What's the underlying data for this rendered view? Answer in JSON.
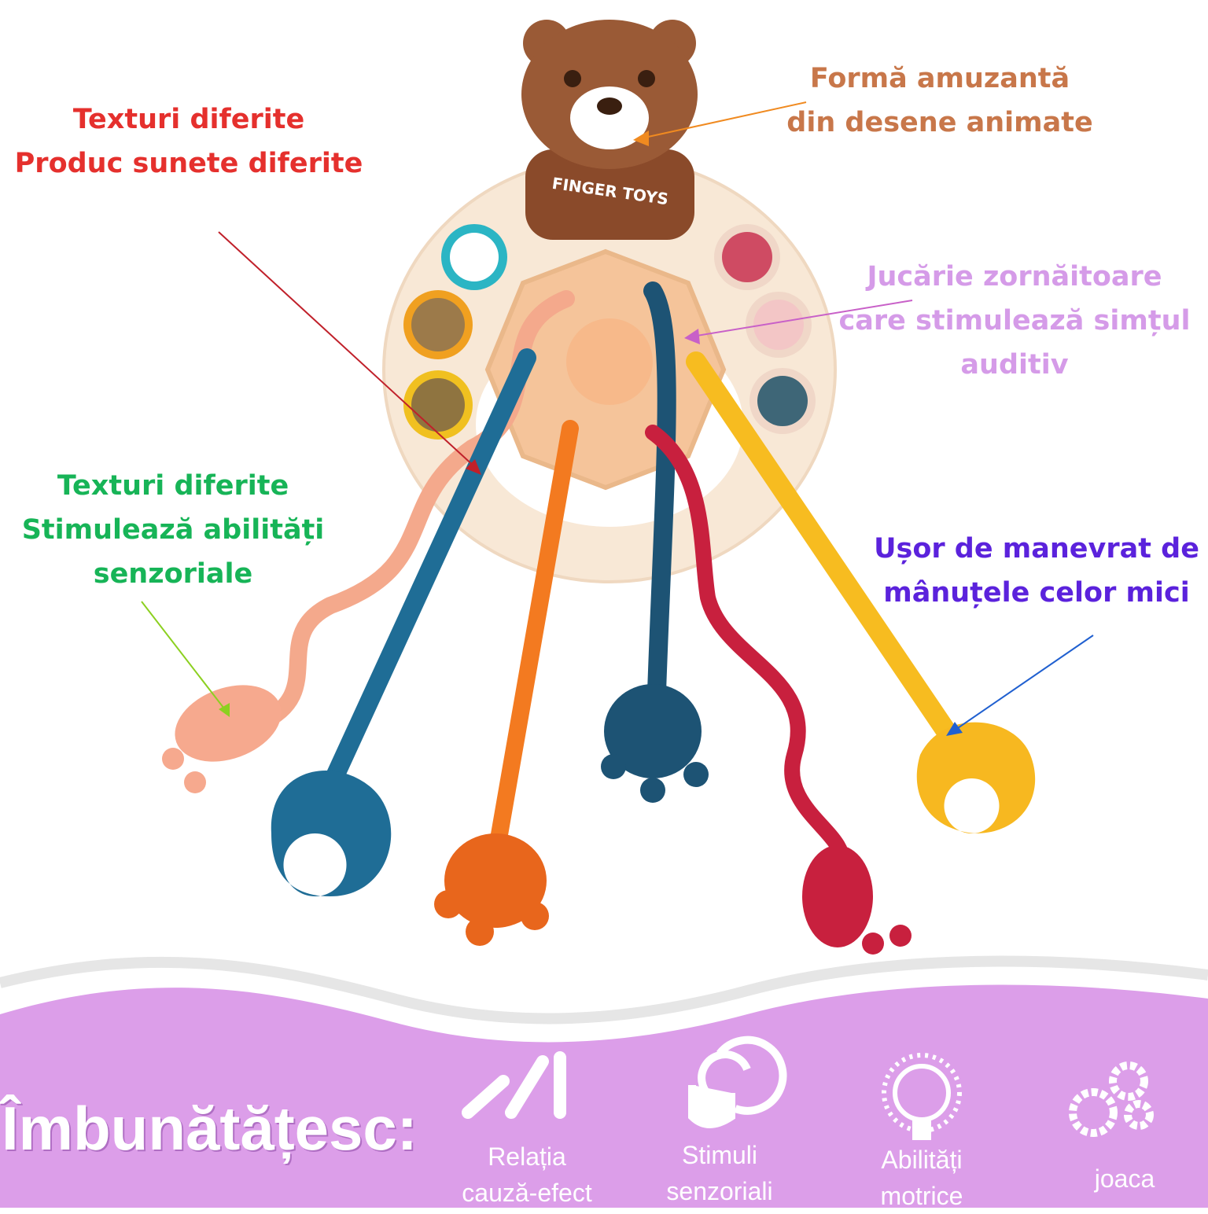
{
  "product_brand_on_bear": "FINGER TOYS",
  "callouts": {
    "red": [
      "Texturi diferite",
      "Produc sunete diferite"
    ],
    "orange": [
      "Formă amuzantă",
      "din desene animate"
    ],
    "pink": [
      "Jucărie zornăitoare",
      "care stimulează simțul",
      "auditiv"
    ],
    "green": [
      "Texturi diferite",
      "Stimulează abilități",
      "senzoriale"
    ],
    "blue": [
      "Ușor de manevrat de",
      "mânuțele celor mici"
    ]
  },
  "banner": {
    "title": "Îmbunătățesc:",
    "benefits": [
      {
        "icon": "cause-effect-icon",
        "lines": [
          "Relația",
          "cauză-efect"
        ]
      },
      {
        "icon": "touch-hand-icon",
        "lines": [
          "Stimuli",
          "senzoriali"
        ]
      },
      {
        "icon": "lightbulb-brain-icon",
        "lines": [
          "Abilități",
          "motrice"
        ]
      },
      {
        "icon": "gears-icon",
        "lines": [
          "joaca"
        ]
      }
    ]
  },
  "colors": {
    "banner": "#dc9ee9",
    "red": "#e5302d",
    "orange": "#c8774a",
    "pink": "#d59be8",
    "green": "#17b457",
    "blue": "#5b22dc"
  }
}
